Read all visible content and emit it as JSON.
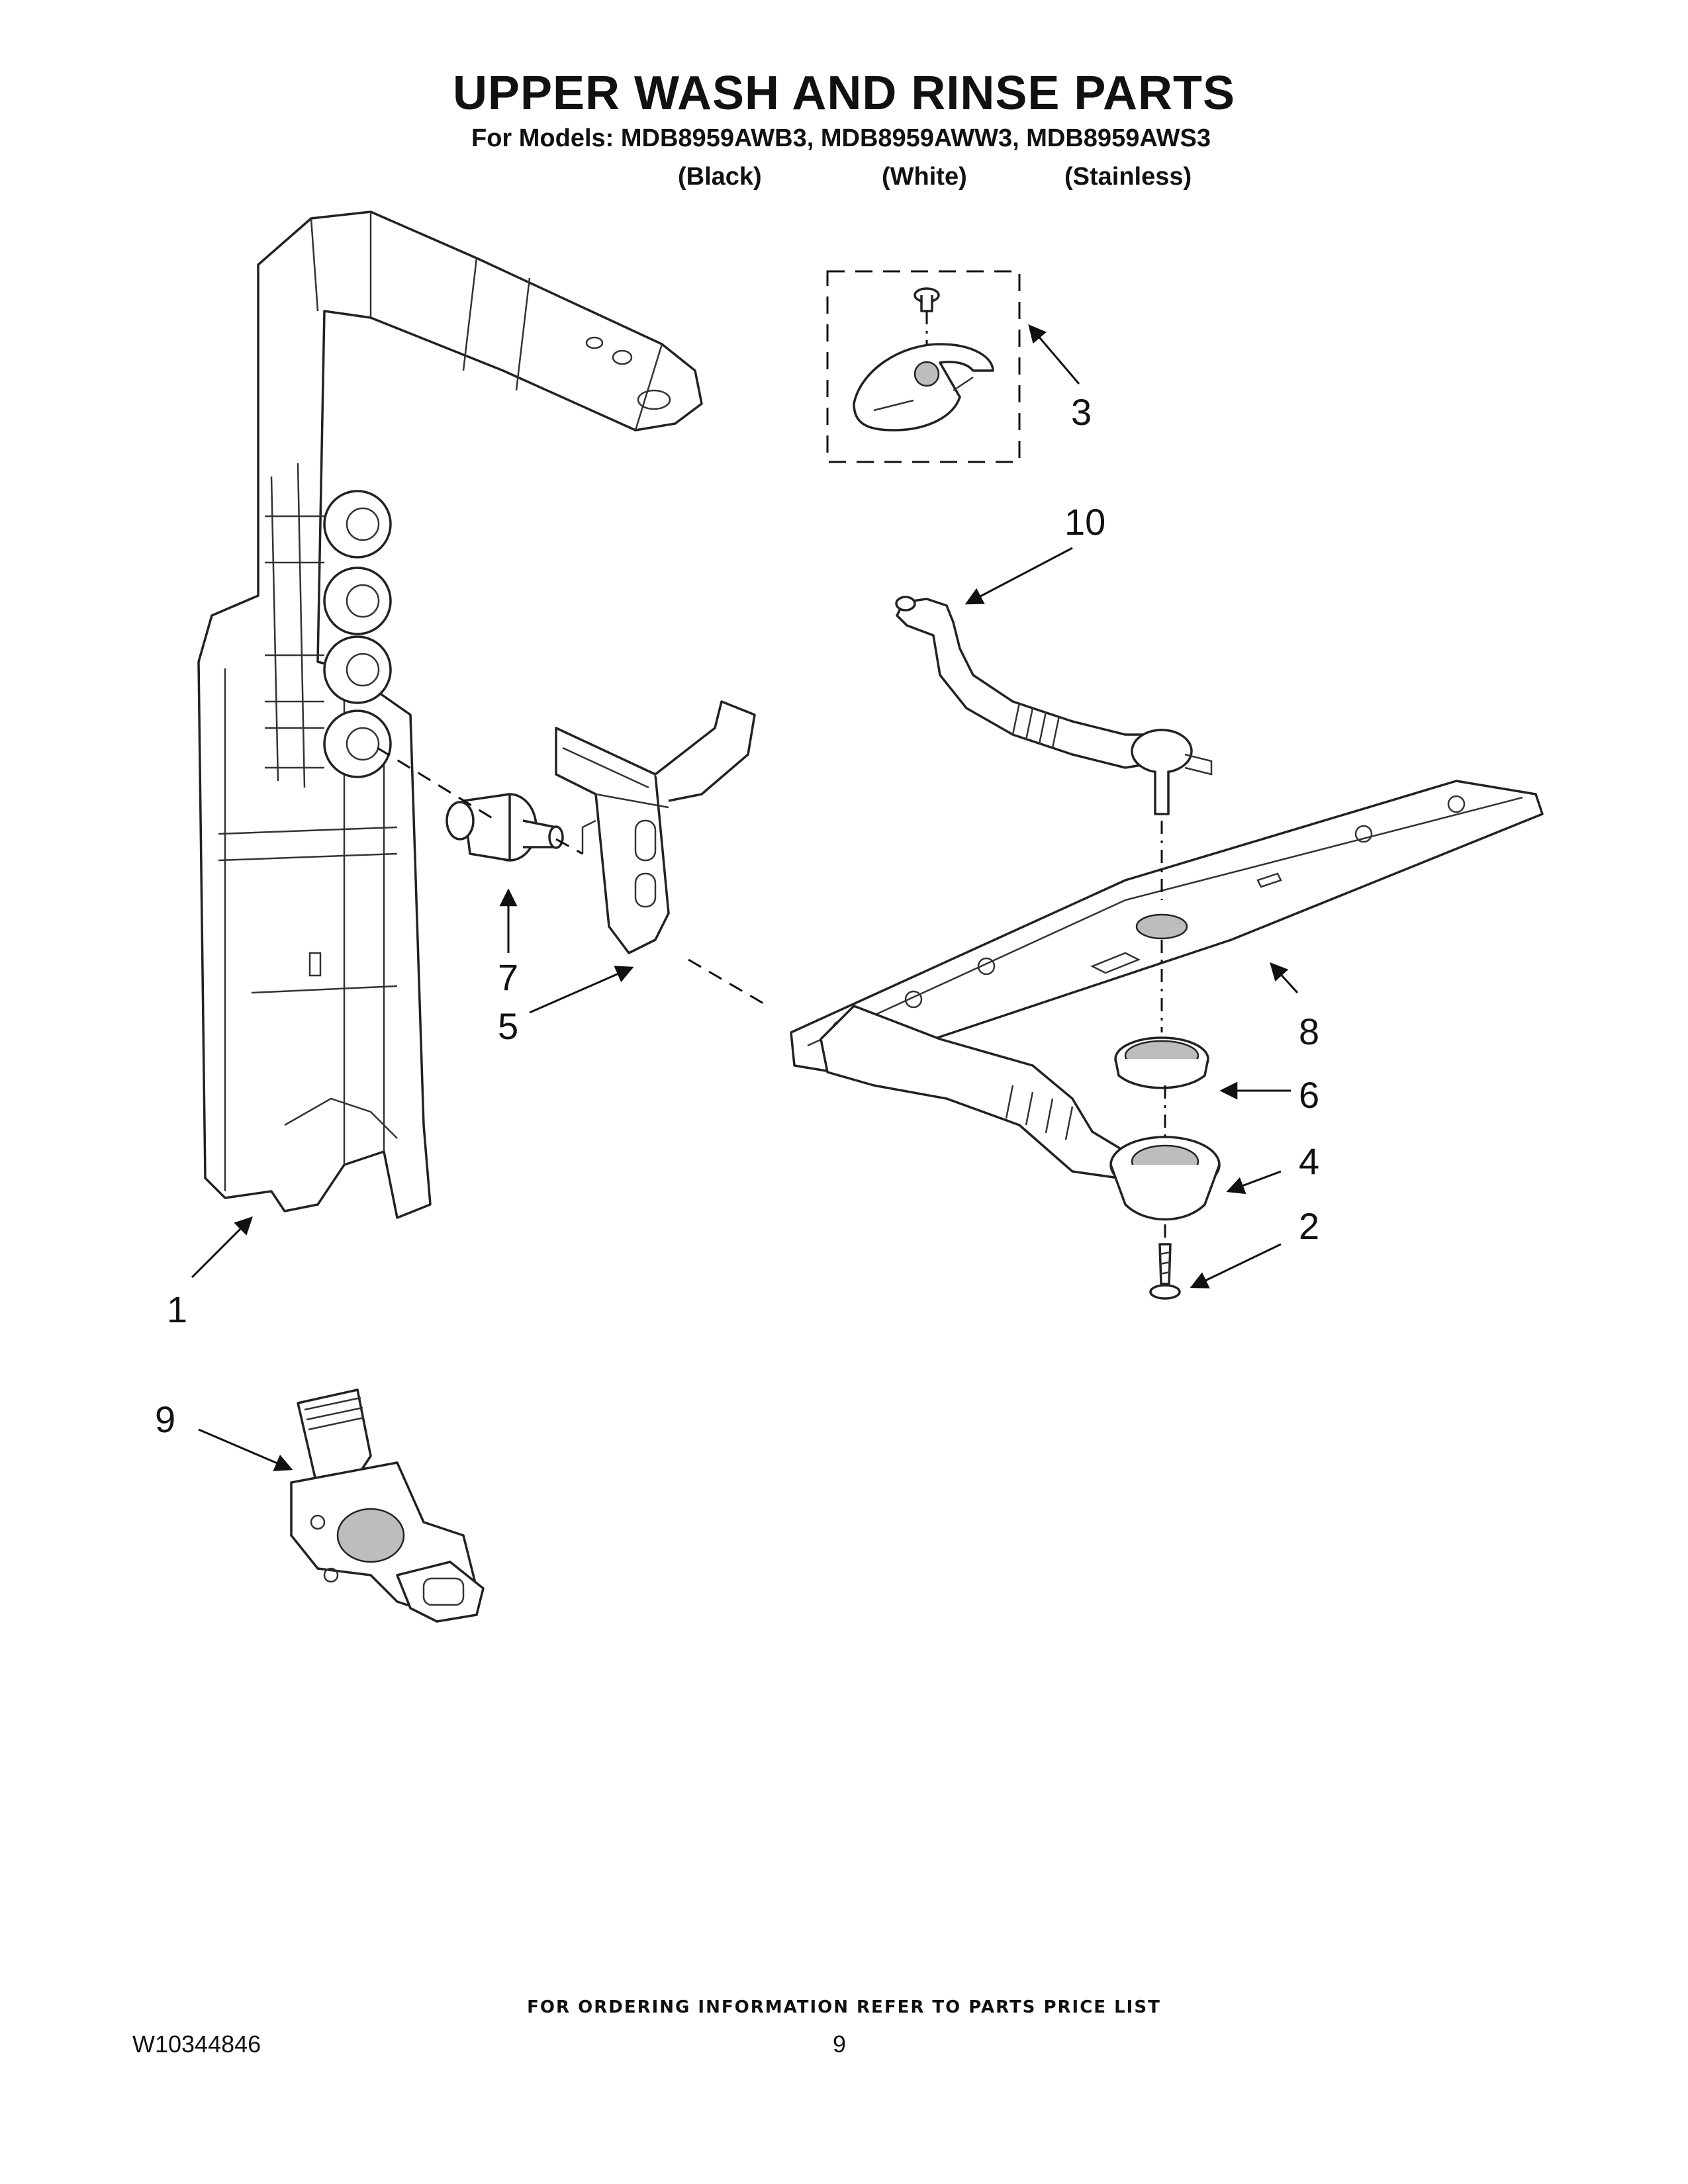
{
  "header": {
    "title": "UPPER WASH AND RINSE PARTS",
    "models_line": "For Models: MDB8959AWB3, MDB8959AWW3, MDB8959AWS3",
    "variants": [
      "(Black)",
      "(White)",
      "(Stainless)"
    ]
  },
  "callouts": [
    "1",
    "2",
    "3",
    "4",
    "5",
    "6",
    "7",
    "8",
    "9",
    "10"
  ],
  "footer": {
    "ordering_note": "FOR ORDERING INFORMATION REFER TO PARTS PRICE LIST",
    "document_number": "W10344846",
    "page_number": "9"
  }
}
